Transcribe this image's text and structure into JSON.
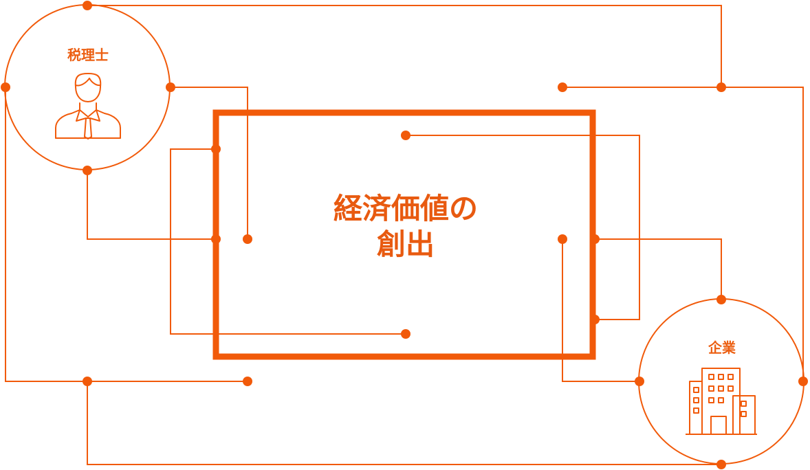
{
  "colors": {
    "accent": "#f15a0a",
    "text": "#e85a10",
    "background": "#ffffff"
  },
  "center": {
    "line1": "経済価値の",
    "line2": "創出"
  },
  "nodes": {
    "tax_accountant": {
      "label": "税理士",
      "icon": "businessman-icon"
    },
    "company": {
      "label": "企業",
      "icon": "building-icon"
    }
  }
}
